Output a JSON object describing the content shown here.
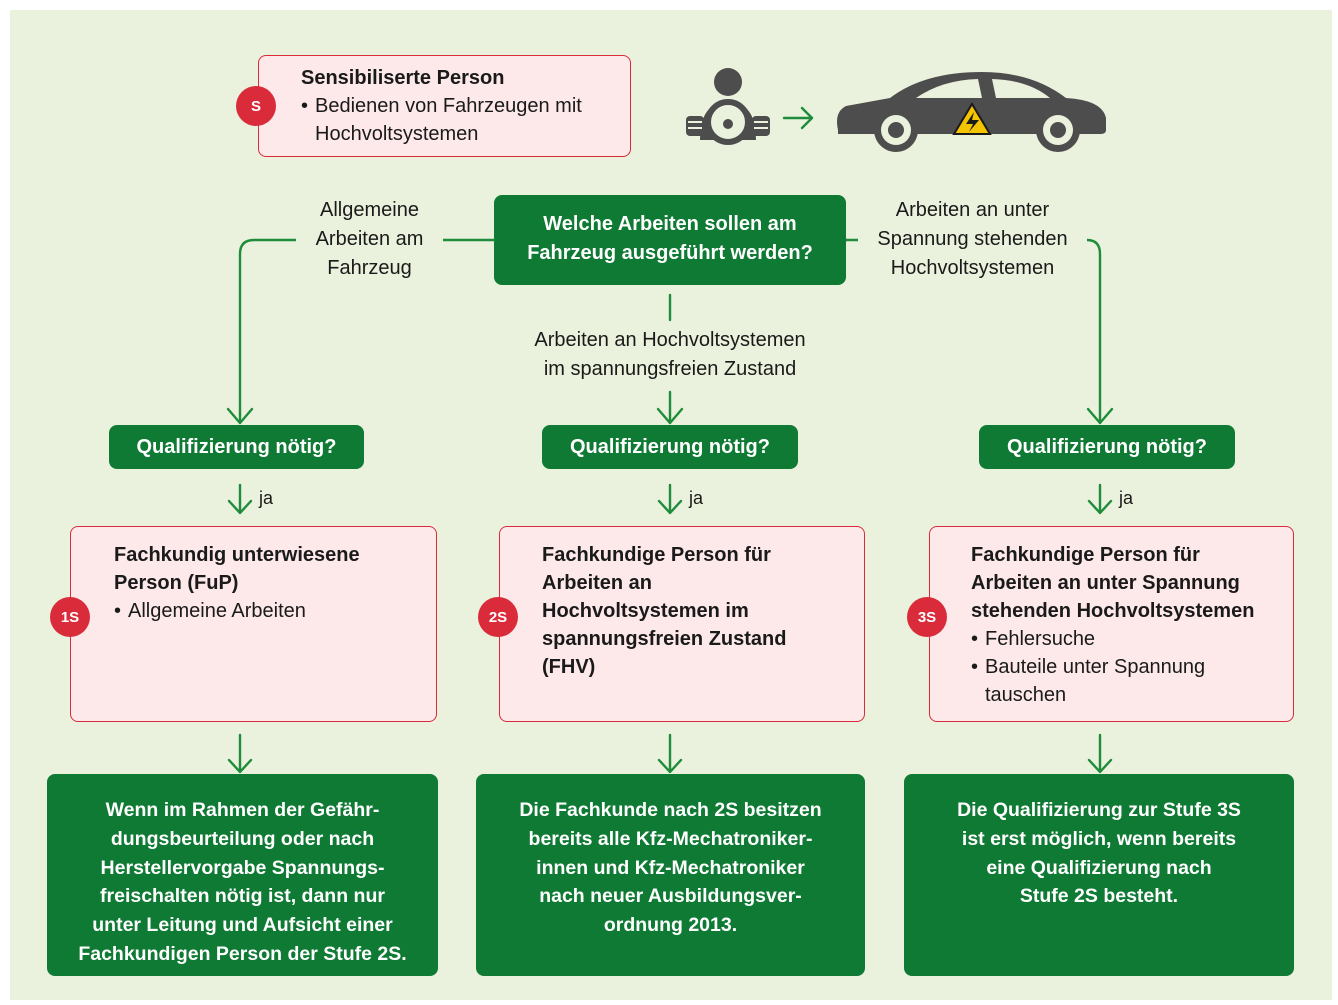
{
  "top_box": {
    "badge": "S",
    "title": "Sensibiliserte Person",
    "items": [
      "Bedienen von Fahrzeugen mit Hochvoltsystemen"
    ]
  },
  "icons": [
    "driver-icon",
    "arrow-right-icon",
    "electric-car-icon"
  ],
  "main_question": {
    "line1": "Welche Arbeiten sollen am",
    "line2": "Fahrzeug ausgeführt werden?"
  },
  "branch_labels": {
    "left": [
      "Allgemeine",
      "Arbeiten am",
      "Fahrzeug"
    ],
    "center": [
      "Arbeiten an Hochvoltsystemen",
      "im spannungsfreien Zustand"
    ],
    "right": [
      "Arbeiten an unter",
      "Spannung stehenden",
      "Hochvoltsystemen"
    ]
  },
  "columns": [
    {
      "question": "Qualifizierung nötig?",
      "answer": "ja",
      "badge": "1S",
      "title_lines": [
        "Fachkundig unterwiesene",
        "Person (FuP)"
      ],
      "items": [
        "Allgemeine Arbeiten"
      ],
      "bottom_lines": [
        "Wenn im Rahmen der Gefähr-",
        "dungsbeurteilung oder nach",
        "Herstellervorgabe Spannungs-",
        "freischalten nötig ist, dann nur",
        "unter Leitung und Aufsicht einer",
        "Fachkundigen Person der Stufe 2S."
      ]
    },
    {
      "question": "Qualifizierung nötig?",
      "answer": "ja",
      "badge": "2S",
      "title_lines": [
        "Fachkundige Person für",
        "Arbeiten an",
        "Hochvoltsystemen im",
        "spannungsfreien Zustand",
        "(FHV)"
      ],
      "items": [],
      "bottom_lines": [
        "Die Fachkunde nach 2S besitzen",
        "bereits alle Kfz-Mechatroniker-",
        "innen und Kfz-Mechatroniker",
        "nach neuer Ausbildungsver-",
        "ordnung 2013."
      ]
    },
    {
      "question": "Qualifizierung nötig?",
      "answer": "ja",
      "badge": "3S",
      "title_lines": [
        "Fachkundige Person für",
        "Arbeiten an unter Spannung",
        "stehenden Hochvoltsystemen"
      ],
      "items": [
        "Fehlersuche",
        "Bauteile unter Spannung tauschen"
      ],
      "bottom_lines": [
        "Die Qualifizierung zur Stufe 3S",
        "ist erst möglich, wenn bereits",
        "eine Qualifizierung nach",
        "Stufe 2S besteht."
      ]
    }
  ],
  "colors": {
    "green": "#0f7a34",
    "red": "#d92b3a",
    "pink": "#fde8ea",
    "background": "#eaf1dc"
  }
}
